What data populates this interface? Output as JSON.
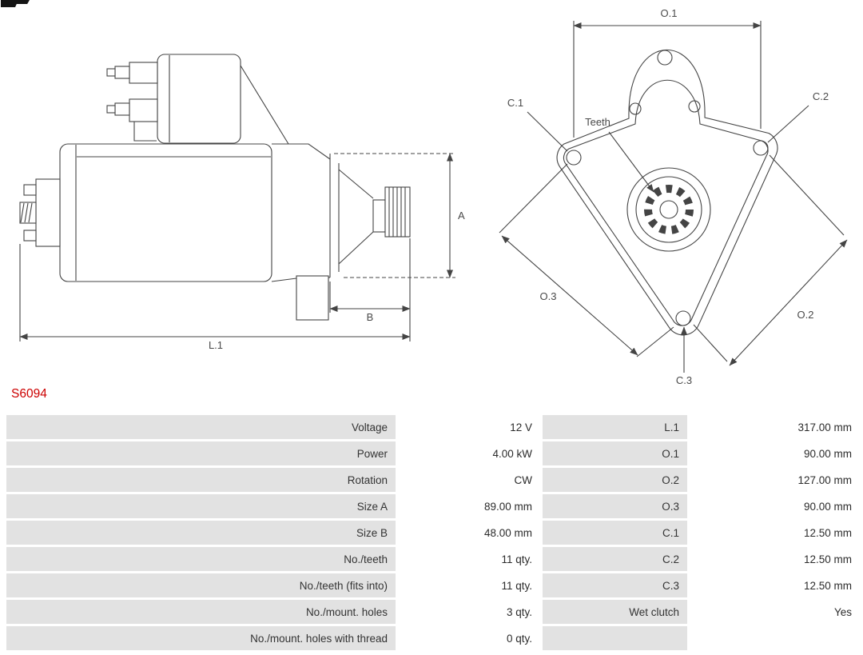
{
  "part_number": "S6094",
  "diagram": {
    "side_view_labels": {
      "a": "A",
      "b": "B",
      "l1": "L.1"
    },
    "front_view_labels": {
      "o1": "O.1",
      "o2": "O.2",
      "o3": "O.3",
      "c1": "C.1",
      "c2": "C.2",
      "c3": "C.3",
      "teeth": "Teeth"
    }
  },
  "spec_table": {
    "rows": [
      {
        "label1": "Voltage",
        "value1": "12 V",
        "label2": "L.1",
        "value2": "317.00 mm"
      },
      {
        "label1": "Power",
        "value1": "4.00 kW",
        "label2": "O.1",
        "value2": "90.00 mm"
      },
      {
        "label1": "Rotation",
        "value1": "CW",
        "label2": "O.2",
        "value2": "127.00 mm"
      },
      {
        "label1": "Size A",
        "value1": "89.00 mm",
        "label2": "O.3",
        "value2": "90.00 mm"
      },
      {
        "label1": "Size B",
        "value1": "48.00 mm",
        "label2": "C.1",
        "value2": "12.50 mm"
      },
      {
        "label1": "No./teeth",
        "value1": "11 qty.",
        "label2": "C.2",
        "value2": "12.50 mm"
      },
      {
        "label1": "No./teeth (fits into)",
        "value1": "11 qty.",
        "label2": "C.3",
        "value2": "12.50 mm"
      },
      {
        "label1": "No./mount. holes",
        "value1": "3 qty.",
        "label2": "Wet clutch",
        "value2": "Yes"
      },
      {
        "label1": "No./mount. holes with thread",
        "value1": "0 qty.",
        "label2": "",
        "value2": ""
      }
    ]
  },
  "colors": {
    "accent_red": "#cc0000",
    "row_label_bg": "#e2e2e2",
    "drawing_line": "#444444"
  }
}
